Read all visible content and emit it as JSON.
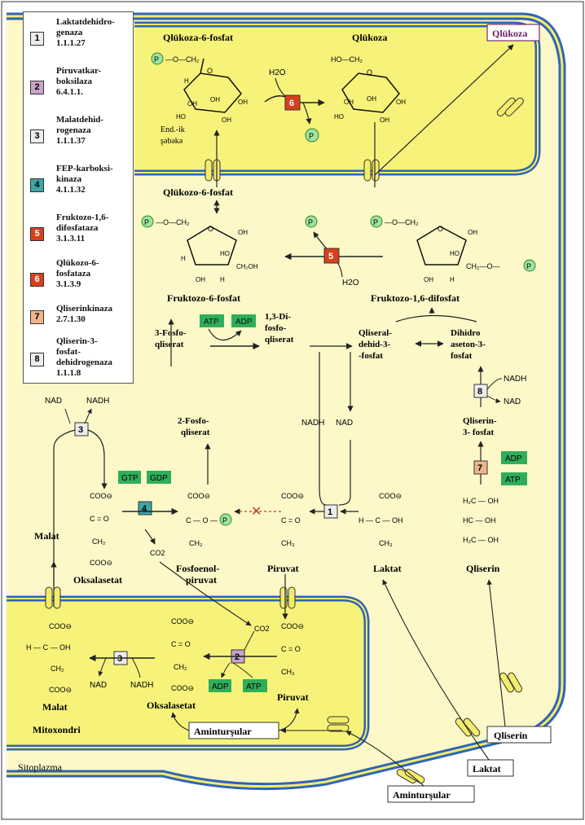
{
  "legend": [
    {
      "num": "1",
      "color": "#ececec",
      "text": "Laktatdehidro-\ngenaza\n1.1.1.27"
    },
    {
      "num": "2",
      "color": "#c8a4c8",
      "text": "Piruvatkar-\nboksilaza\n6.4.1.1."
    },
    {
      "num": "3",
      "color": "#ececec",
      "text": "Malatdehid-\nrogenaza\n1.1.1.37"
    },
    {
      "num": "4",
      "color": "#3fa6a6",
      "text": "FEP-karboksi-\nkinaza\n4.1.1.32"
    },
    {
      "num": "5",
      "color": "#d8401c",
      "text": "Fruktozo-1,6-\ndifosfataza\n3.1.3.11"
    },
    {
      "num": "6",
      "color": "#d8401c",
      "text": "Qlükozo-6-\nfosfataza\n3.1.3.9"
    },
    {
      "num": "7",
      "color": "#f0b48c",
      "text": "Qliserinkinaza\n2.7.1.30"
    },
    {
      "num": "8",
      "color": "#ececec",
      "text": "Qliserin-3-\nfosfat-\ndehidrogenaza\n1.1.1.8"
    }
  ],
  "er": {
    "glucose6p_title": "Qlükoza-6-fosfat",
    "glucose_title": "Qlükoza",
    "water": "H2O",
    "phosphate": "P",
    "label_line1": "End.-ik",
    "label_line2": "şəbəkə",
    "enzyme": "6"
  },
  "outside": {
    "qlukoza_box": "Qlükoza",
    "qliserin_box": "Qliserin",
    "laktat_box": "Laktat",
    "aminturshular_box": "Aminturşular"
  },
  "cytoplasm": {
    "glucose6p_label": "Qlükozo-6-fosfat",
    "fructose6p_label": "Fruktozo-6-fosfat",
    "fructose16_label": "Fruktozo-1,6-difosfat",
    "enzyme5": "5",
    "phosphate": "P",
    "water": "H2O",
    "atp": "ATP",
    "adp": "ADP",
    "gtp": "GTP",
    "gdp": "GDP",
    "phosphoglycerate3_l1": "3-Fosfo-",
    "phosphoglycerate3_l2": "qliserat",
    "bpg_l1": "1,3-Di-",
    "bpg_l2": "fosfo-",
    "bpg_l3": "qliserat",
    "gap_l1": "Qliseral-",
    "gap_l2": "dehid-3-",
    "gap_l3": "-fosfat",
    "dhap_l1": "Dihidro",
    "dhap_l2": "aseton-3-",
    "dhap_l3": "fosfat",
    "nadh": "NADH",
    "nad": "NAD",
    "phosphoglycerate2_l1": "2-Fosfo-",
    "phosphoglycerate2_l2": "qliserat",
    "glycerol3p_l1": "Qliserin-",
    "glycerol3p_l2": "3- fosfat",
    "malat": "Malat",
    "oksalasetat": "Oksalasetat",
    "pep_l1": "Fosfoenol-",
    "pep_l2": "piruvat",
    "piruvat": "Piruvat",
    "laktat": "Laktat",
    "qliserin": "Qliserin",
    "sitoplazma": "Sitoplazma",
    "co2": "CO2",
    "enzyme1": "1",
    "enzyme3": "3",
    "enzyme4": "4",
    "enzyme7": "7",
    "enzyme8": "8"
  },
  "mito": {
    "label": "Mitoxondri",
    "malat": "Malat",
    "oksalasetat": "Oksalasetat",
    "piruvat": "Piruvat",
    "aminturshular_box": "Aminturşular",
    "enzyme2": "2",
    "enzyme3": "3",
    "co2": "CO2",
    "atp": "ATP",
    "adp": "ADP",
    "nad": "NAD",
    "nadh": "NADH"
  },
  "colors": {
    "cell_fill": "#fdf8c8",
    "organelle_fill": "#f7f37a",
    "membrane_blue": "#2f64b8",
    "membrane_yellow": "#f4ec6a",
    "green_badge": "#2fae5a",
    "phosphate_fill": "#9fe39f"
  }
}
